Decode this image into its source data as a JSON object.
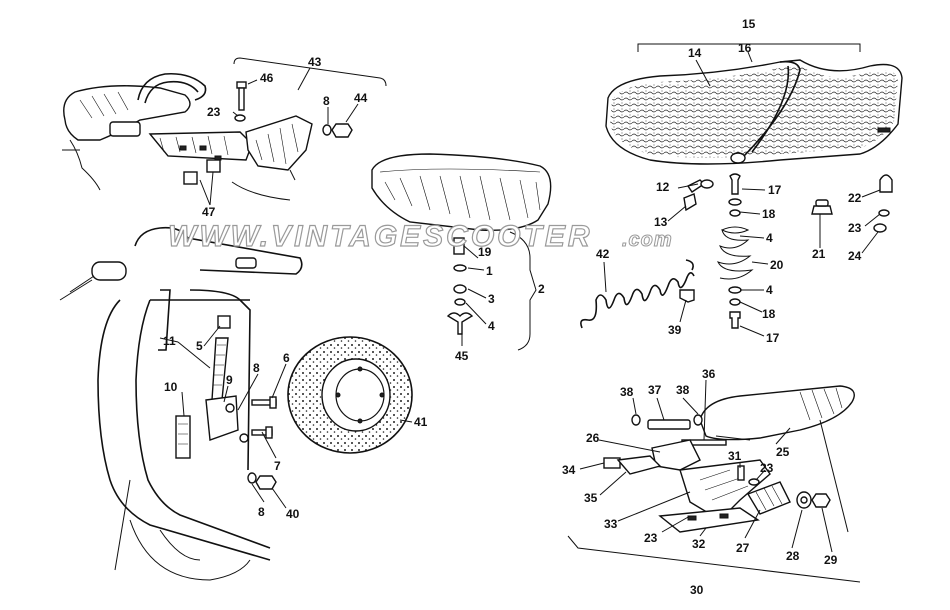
{
  "watermark": {
    "main": "WWW.VINTAGESCOOTER",
    "suffix": ".com"
  },
  "callouts": {
    "c1": "1",
    "c2": "2",
    "c3": "3",
    "c4a": "4",
    "c4b": "4",
    "c4c": "4",
    "c5": "5",
    "c6": "6",
    "c7": "7",
    "c8a": "8",
    "c8b": "8",
    "c8c": "8",
    "c9": "9",
    "c10": "10",
    "c11": "11",
    "c12": "12",
    "c13": "13",
    "c14": "14",
    "c15": "15",
    "c16": "16",
    "c17a": "17",
    "c17b": "17",
    "c18a": "18",
    "c18b": "18",
    "c19": "19",
    "c20": "20",
    "c21": "21",
    "c22": "22",
    "c23a": "23",
    "c23b": "23",
    "c23c": "23",
    "c23d": "23",
    "c24": "24",
    "c25": "25",
    "c26": "26",
    "c27": "27",
    "c28": "28",
    "c29": "29",
    "c30": "30",
    "c31": "31",
    "c32": "32",
    "c33": "33",
    "c34": "34",
    "c35": "35",
    "c36": "36",
    "c37": "37",
    "c38a": "38",
    "c38b": "38",
    "c39": "39",
    "c40": "40",
    "c41": "41",
    "c42": "42",
    "c43": "43",
    "c44": "44",
    "c45": "45",
    "c46": "46",
    "c47": "47"
  },
  "colors": {
    "ink": "#111111",
    "paper": "#ffffff",
    "watermark_stroke": "#9a9a9a"
  }
}
